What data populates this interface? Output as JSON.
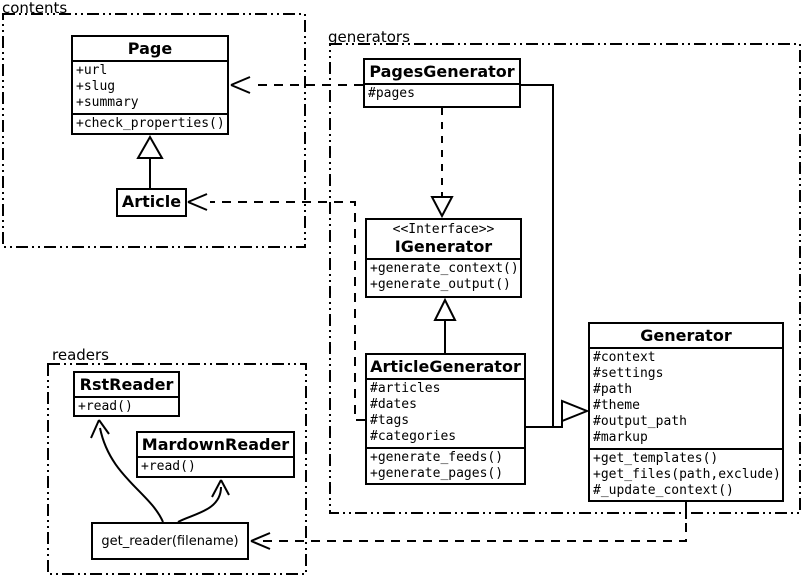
{
  "packages": {
    "contents": {
      "label": "contents"
    },
    "generators": {
      "label": "generators"
    },
    "readers": {
      "label": "readers"
    }
  },
  "classes": {
    "page": {
      "title": "Page",
      "attributes": [
        "+url",
        "+slug",
        "+summary"
      ],
      "methods": [
        "+check_properties()"
      ]
    },
    "article": {
      "title": "Article"
    },
    "pages_generator": {
      "title": "PagesGenerator",
      "attributes": [
        "#pages"
      ]
    },
    "igenerator": {
      "stereotype": "<<Interface>>",
      "title": "IGenerator",
      "methods": [
        "+generate_context()",
        "+generate_output()"
      ]
    },
    "article_generator": {
      "title": "ArticleGenerator",
      "attributes": [
        "#articles",
        "#dates",
        "#tags",
        "#categories"
      ],
      "methods": [
        "+generate_feeds()",
        "+generate_pages()"
      ]
    },
    "generator": {
      "title": "Generator",
      "attributes": [
        "#context",
        "#settings",
        "#path",
        "#theme",
        "#output_path",
        "#markup"
      ],
      "methods": [
        "+get_templates()",
        "+get_files(path,exclude)",
        "#_update_context()"
      ]
    },
    "rst_reader": {
      "title": "RstReader",
      "methods": [
        "+read()"
      ]
    },
    "mardown_reader": {
      "title": "MardownReader",
      "methods": [
        "+read()"
      ]
    },
    "get_reader": {
      "label": "get_reader(filename)"
    }
  },
  "colors": {
    "line": "#000000",
    "background": "#ffffff"
  }
}
